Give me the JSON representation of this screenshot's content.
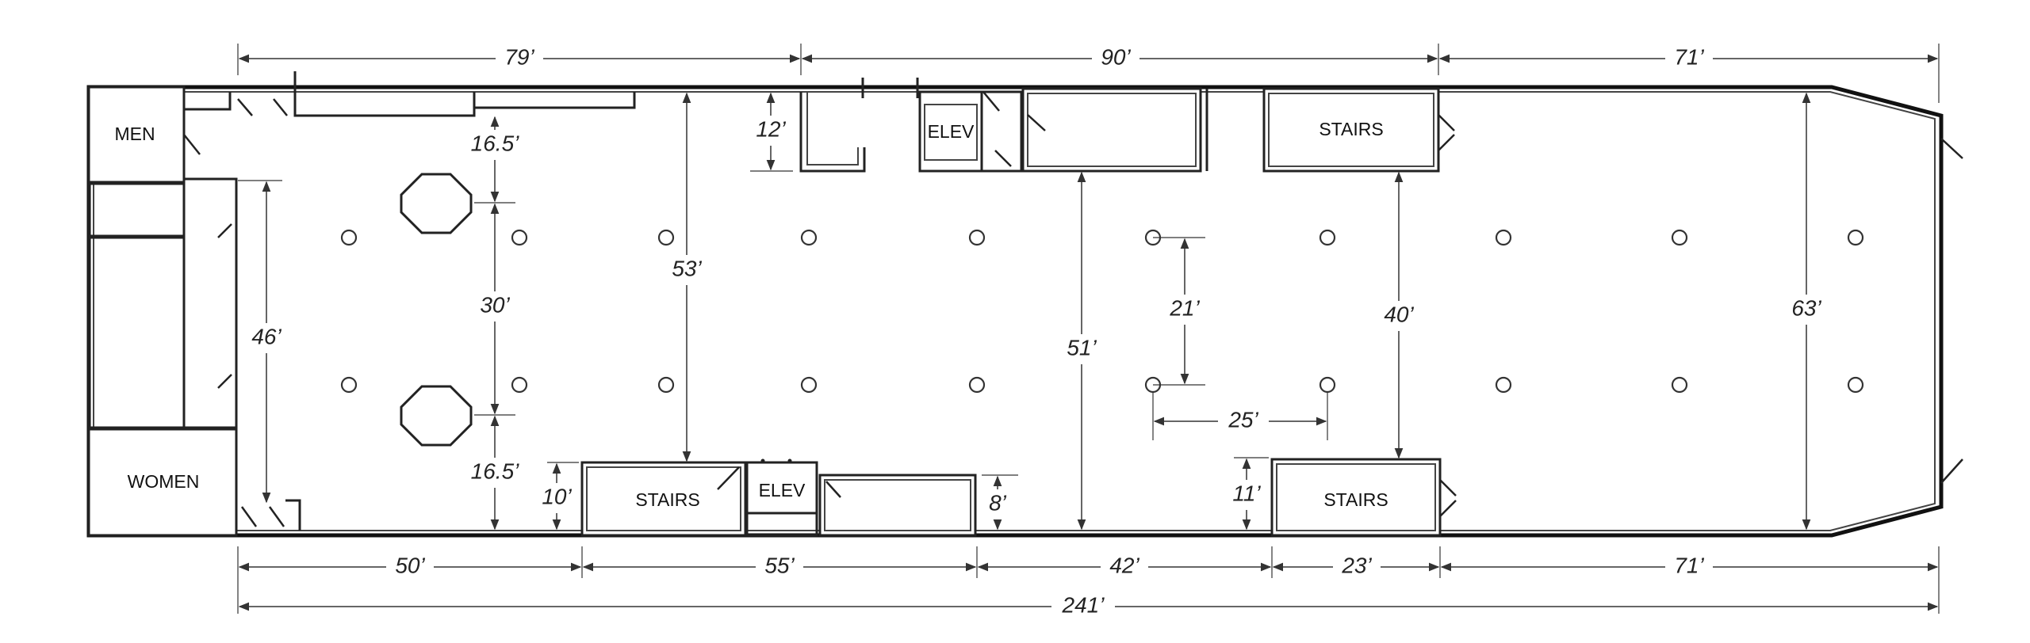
{
  "rooms": {
    "men": "MEN",
    "women": "WOMEN",
    "elev_top": "ELEV",
    "elev_bottom": "ELEV",
    "stairs_top": "STAIRS",
    "stairs_bottom_mid": "STAIRS",
    "stairs_bottom_right": "STAIRS"
  },
  "dimensions": {
    "top_left": "79’",
    "top_mid": "90’",
    "top_right": "71’",
    "bottom_1": "50’",
    "bottom_2": "55’",
    "bottom_3": "42’",
    "bottom_4": "23’",
    "bottom_5": "71’",
    "overall": "241’",
    "left_height": "46’",
    "upper_gap": "16.5’",
    "mid_gap": "30’",
    "lower_gap": "16.5’",
    "top_recess": "12’",
    "span_53": "53’",
    "stair_depth": "10’",
    "bay_depth": "8’",
    "span_51": "51’",
    "col_spacing_v": "21’",
    "col_spacing_h": "25’",
    "stair_depth_right": "11’",
    "span_40": "40’",
    "span_63": "63’"
  }
}
